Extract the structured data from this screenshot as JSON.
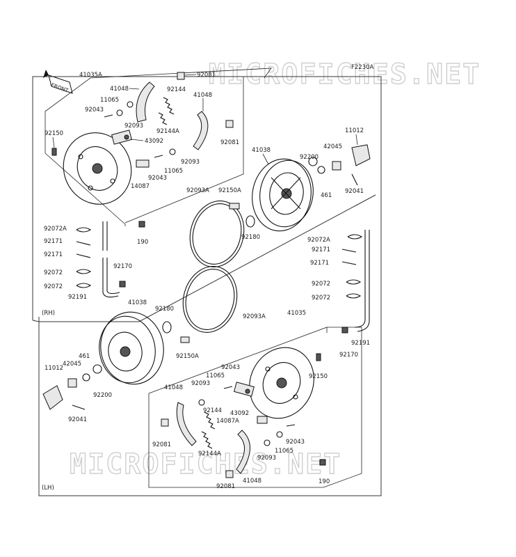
{
  "diagram": {
    "ref_code": "F2230A",
    "watermark": "MICROFICHES.NET",
    "front_tag": "FRONT",
    "sections": {
      "rh": "(RH)",
      "lh": "(LH)"
    },
    "labels": {
      "p41035A": "41035A",
      "p92081_t": "92081",
      "p41048_t1": "41048",
      "p92144_t": "92144",
      "p41048_t2": "41048",
      "p11065_t": "11065",
      "p92043_t": "92043",
      "p92093_t": "92093",
      "p92144A_t": "92144A",
      "p92150_t": "92150",
      "p43092_t": "43092",
      "p92081_t2": "92081",
      "p11012_r": "11012",
      "p41038_r": "41038",
      "p92200_r": "92200",
      "p42045_r": "42045",
      "p92093_t2": "92093",
      "p11065_t2": "11065",
      "p92043_t2": "92043",
      "p14087_t": "14087",
      "p461_r": "461",
      "p92041_r": "92041",
      "p92093A_r": "92093A",
      "p92150A_r": "92150A",
      "p92180_r": "92180",
      "p190_r": "190",
      "p92072A_l": "92072A",
      "p92171_l1": "92171",
      "p92171_l2": "92171",
      "p92072_l1": "92072",
      "p92072_l2": "92072",
      "p92170_l": "92170",
      "p92191_l": "92191",
      "p92072A_r": "92072A",
      "p92171_r1": "92171",
      "p92171_r2": "92171",
      "p92072_r1": "92072",
      "p92072_r2": "92072",
      "p41038_l": "41038",
      "p92180_l": "92180",
      "p92093A_l": "92093A",
      "p41035": "41035",
      "p92191_r": "92191",
      "p92170_r": "92170",
      "p461_l": "461",
      "p92150A_l": "92150A",
      "p11012_l": "11012",
      "p42045_l": "42045",
      "p92200_l": "92200",
      "p92043_b": "92043",
      "p92150_b": "92150",
      "p11065_b": "11065",
      "p41048_b1": "41048",
      "p92093_b": "92093",
      "p92144_b": "92144",
      "p14087A_b": "14087A",
      "p43092_b": "43092",
      "p92043_b2": "92043",
      "p92041_l": "92041",
      "p92081_b": "92081",
      "p92144A_b": "92144A",
      "p11065_b2": "11065",
      "p92093_b2": "92093",
      "p190_b": "190",
      "p41048_b2": "41048",
      "p92081_b2": "92081"
    }
  }
}
